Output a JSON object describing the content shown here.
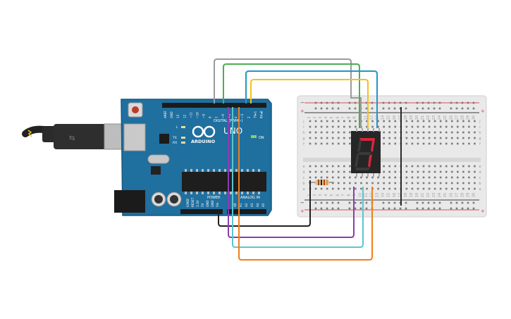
{
  "arduino": {
    "brand": "ARDUINO",
    "model": "UNO",
    "on_label": "ON",
    "digital_label": "DIGITAL (PWM~)",
    "power_label": "POWER",
    "analog_label": "ANALOG IN",
    "led_l": "L",
    "led_tx": "TX",
    "led_rx": "RX",
    "digital_pins": [
      "AREF",
      "GND",
      "13",
      "12",
      "~11",
      "~10",
      "~9",
      "8",
      "7",
      "~6",
      "~5",
      "4",
      "~3",
      "2",
      "TX▸1",
      "RX◂0"
    ],
    "power_pins": [
      "IOREF",
      "RESET",
      "3.3V",
      "5V",
      "GND",
      "GND",
      "Vin"
    ],
    "analog_pins": [
      "A0",
      "A1",
      "A2",
      "A3",
      "A4",
      "A5"
    ]
  },
  "display": {
    "digit": "7",
    "segment_color": "#d7263d"
  },
  "breadboard": {
    "column_numbers": [
      "1",
      "2",
      "3",
      "4",
      "5",
      "6",
      "7",
      "8",
      "9",
      "10",
      "11",
      "12",
      "13",
      "14",
      "15",
      "16",
      "17",
      "18",
      "19",
      "20",
      "21",
      "22",
      "23",
      "24",
      "25",
      "26",
      "27",
      "28",
      "29",
      "30"
    ],
    "row_letters_top": [
      "j",
      "i",
      "h",
      "g",
      "f"
    ],
    "row_letters_bottom": [
      "e",
      "d",
      "c",
      "b",
      "a"
    ],
    "rail_plus": "+",
    "rail_minus": "−"
  },
  "wires": [
    {
      "name": "gray",
      "color": "#9b9b9b"
    },
    {
      "name": "green",
      "color": "#4caf50"
    },
    {
      "name": "blue",
      "color": "#2196c9"
    },
    {
      "name": "yellow",
      "color": "#f2c21b"
    },
    {
      "name": "black",
      "color": "#222222"
    },
    {
      "name": "purple",
      "color": "#8e3bb3"
    },
    {
      "name": "cyan",
      "color": "#5cc4d0"
    },
    {
      "name": "orange",
      "color": "#f07f1a"
    }
  ]
}
